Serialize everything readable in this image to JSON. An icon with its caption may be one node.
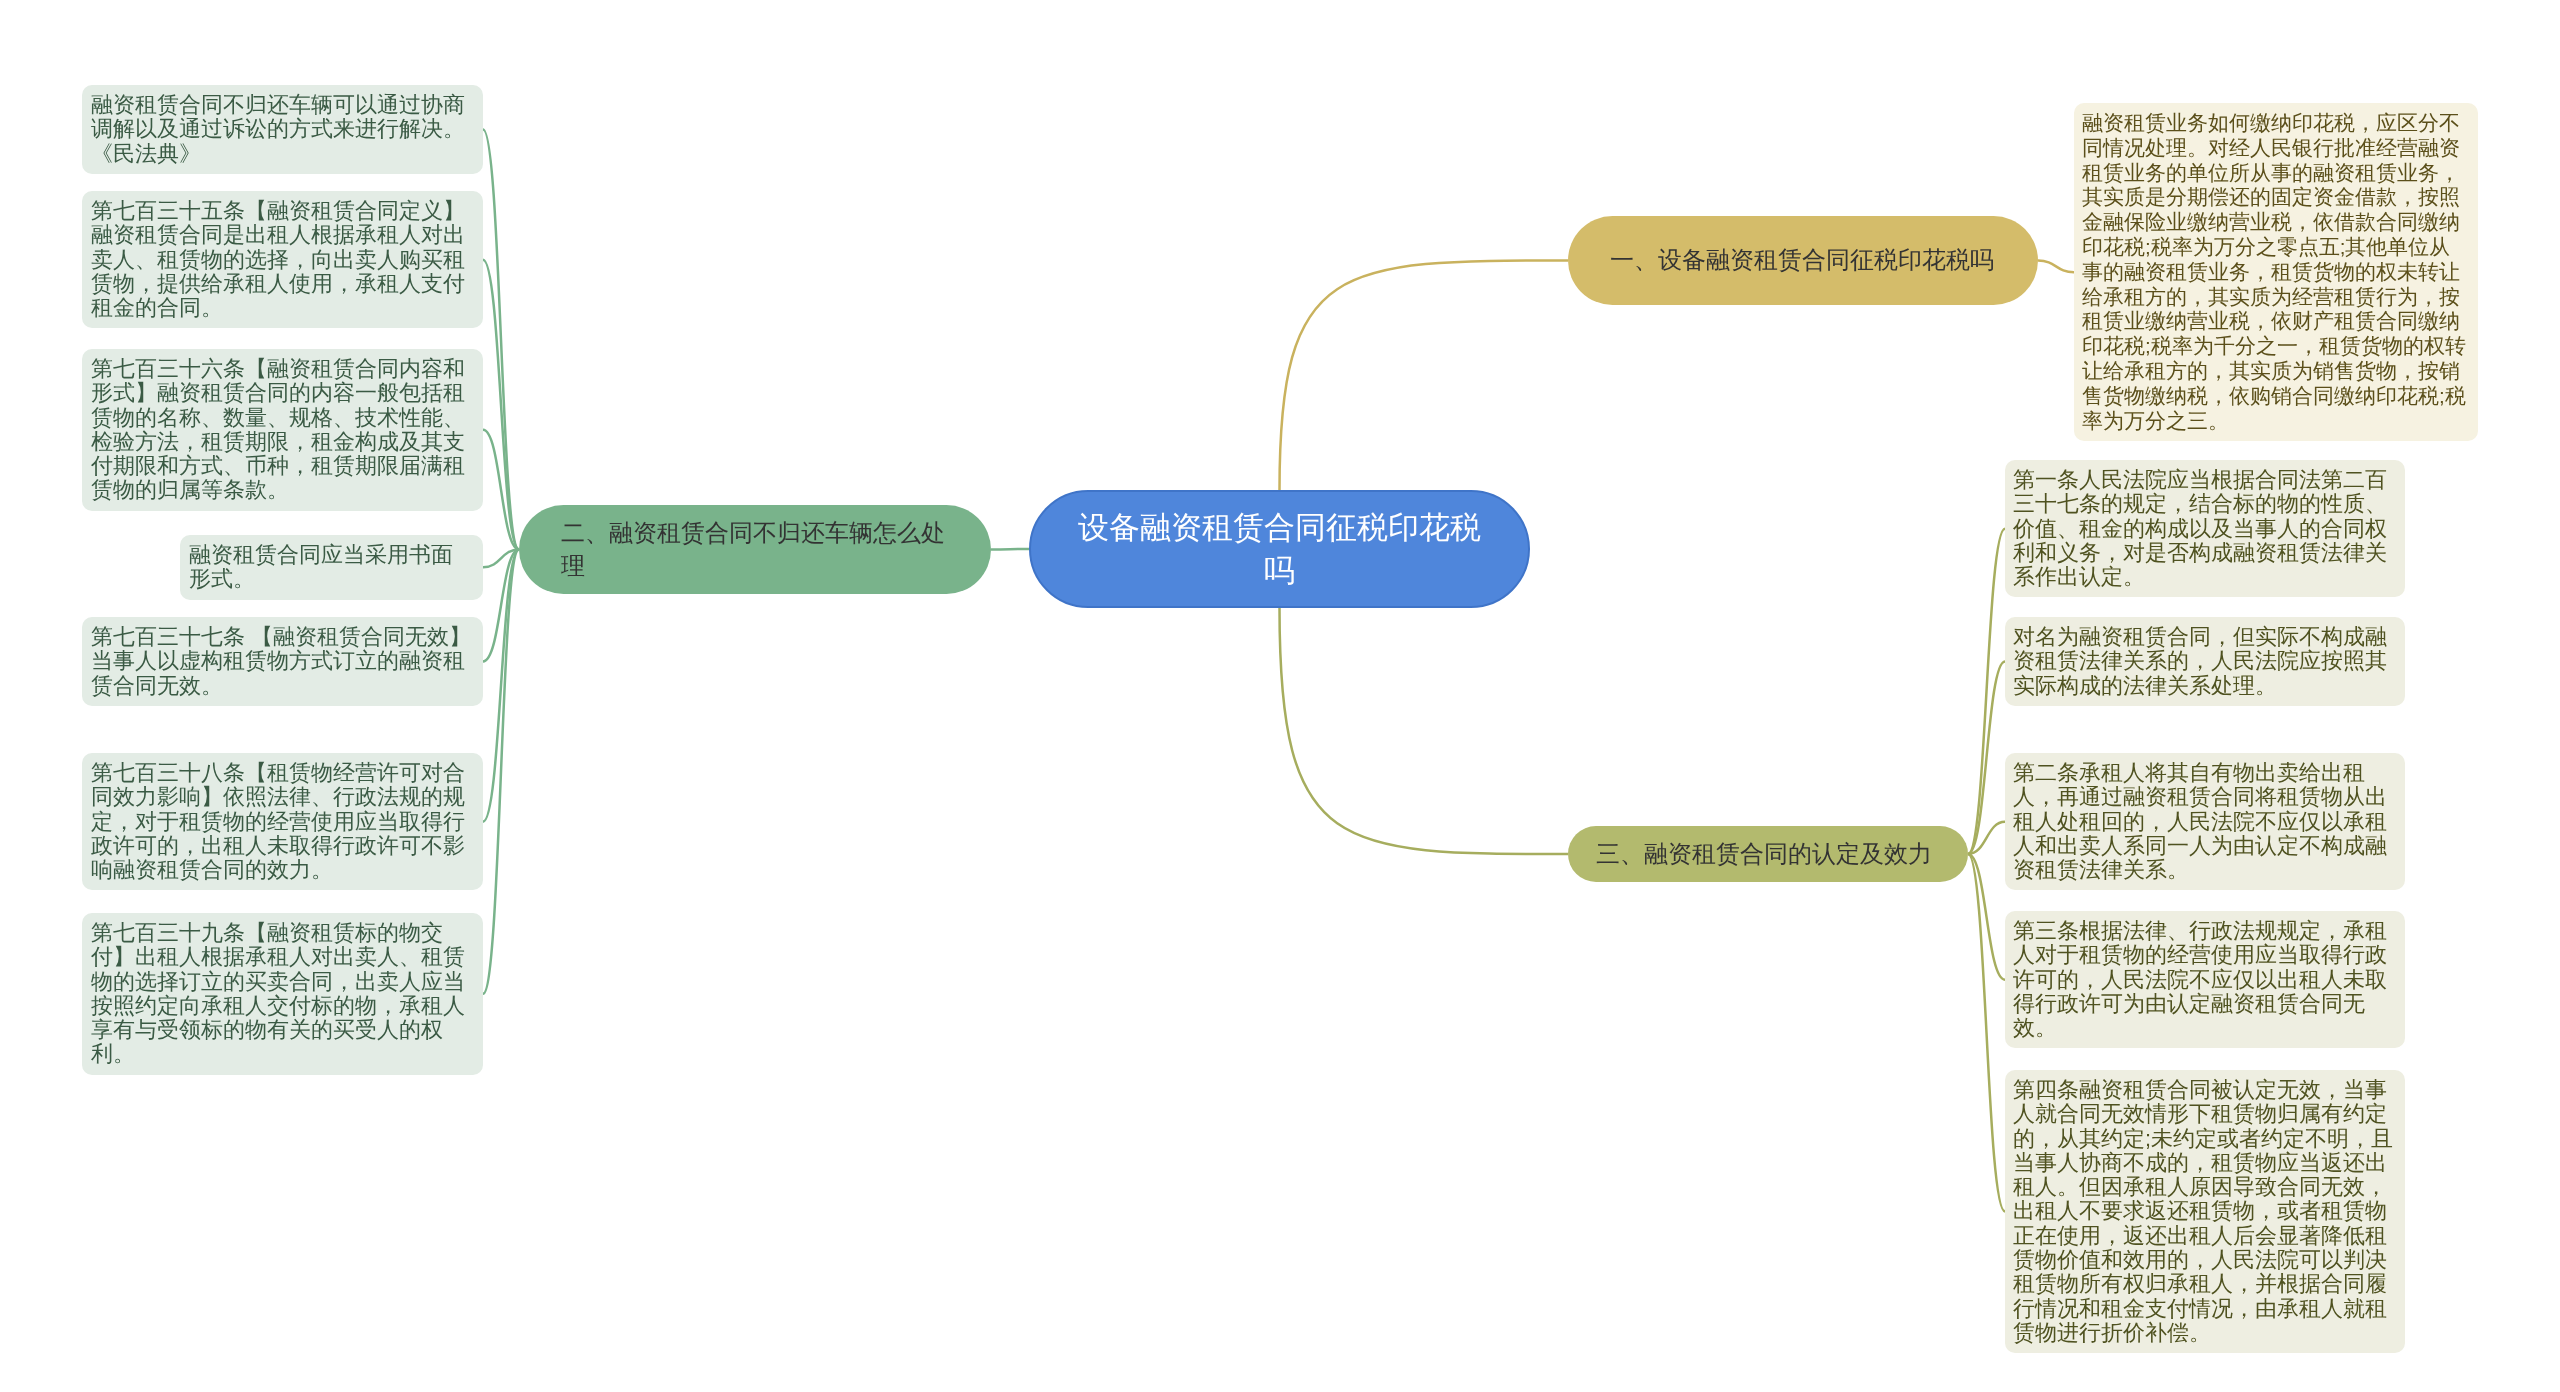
{
  "diagram": {
    "nodes": [
      {
        "text": [
          "设备融资租赁合同征税印花税吗"
        ]
      },
      {
        "text": [
          "一、设备融资租赁合同征税印花税吗"
        ]
      },
      {
        "text": [
          "融资租赁业务如何缴纳印花税，应区分不同情况处理。对经人民银行批准经营融资租赁业务的单位所从事的融资租赁业务，其实质是分期偿还的固定资金借款，按照金融保险业缴纳营业税，依借款合同缴纳印花税;税率为万分之零点五;其他单位从事的融资租赁业务，租赁货物的权未转让给承租方的，其实质为经营租赁行为，按租赁业缴纳营业税，依财产租赁合同缴纳印花税;税率为千分之一，租赁货物的权转让给承租方的，其实质为销售货物，按销售货物缴纳税，依购销合同缴纳印花税;税率为万分之三。"
        ]
      },
      {
        "text": [
          "二、融资租赁合同不归还车辆怎么处理"
        ]
      },
      {
        "text": [
          "融资租赁合同不归还车辆可以通过协商调解以及通过诉讼的方式来进行解决。《民法典》"
        ]
      },
      {
        "text": [
          "第七百三十五条【融资租赁合同定义】融资租赁合同是出租人根据承租人对出卖人、租赁物的选择，向出卖人购买租赁物，提供给承租人使用，承租人支付租金的合同。"
        ]
      },
      {
        "text": [
          "第七百三十六条【融资租赁合同内容和形式】融资租赁合同的内容一般包括租赁物的名称、数量、规格、技术性能、检验方法，租赁期限，租金构成及其支付期限和方式、币种，租赁期限届满租赁物的归属等条款。"
        ]
      },
      {
        "text": [
          "融资租赁合同应当采用书面形式。"
        ]
      },
      {
        "text": [
          "第七百三十七条 【融资租赁合同无效】当事人以虚构租赁物方式订立的融资租赁合同无效。"
        ]
      },
      {
        "text": [
          "第七百三十八条【租赁物经营许可对合同效力影响】依照法律、行政法规的规定，对于租赁物的经营使用应当取得行政许可的，出租人未取得行政许可不影响融资租赁合同的效力。"
        ]
      },
      {
        "text": [
          "第七百三十九条【融资租赁标的物交付】出租人根据承租人对出卖人、租赁物的选择订立的买卖合同，出卖人应当按照约定向承租人交付标的物，承租人享有与受领标的物有关的买受人的权利。"
        ]
      },
      {
        "text": [
          "三、融资租赁合同的认定及效力"
        ]
      },
      {
        "text": [
          "第一条人民法院应当根据合同法第二百三十七条的规定，结合标的物的性质、价值、租金的构成以及当事人的合同权利和义务，对是否构成融资租赁法律关系作出认定。"
        ]
      },
      {
        "text": [
          "对名为融资租赁合同，但实际不构成融资租赁法律关系的，人民法院应按照其实际构成的法律关系处理。"
        ]
      },
      {
        "text": [
          "第二条承租人将其自有物出卖给出租人，再通过融资租赁合同将租赁物从出租人处租回的，人民法院不应仅以承租人和出卖人系同一人为由认定不构成融资租赁法律关系。"
        ]
      },
      {
        "text": [
          "第三条根据法律、行政法规规定，承租人对于租赁物的经营使用应当取得行政许可的，人民法院不应仅以出租人未取得行政许可为由认定融资租赁合同无效。"
        ]
      },
      {
        "text": [
          "第四条融资租赁合同被认定无效，当事人就合同无效情形下租赁物归属有约定的，从其约定;未约定或者约定不明，且当事人协商不成的，租赁物应当返还出租人。但因承租人原因导致合同无效，出租人不要求返还租赁物，或者租赁物正在使用，返还出租人后会显著降低租赁物价值和效用的，人民法院可以判决租赁物所有权归承租人，并根据合同履行情况和租金支付情况，由承租人就租赁物进行折价补偿。"
        ]
      }
    ],
    "edges": [
      {
        "from": 0,
        "to": 1,
        "arrow": "none",
        "color": "#c9b25e"
      },
      {
        "from": 1,
        "to": 2,
        "arrow": "none",
        "color": "#c9b25e"
      },
      {
        "from": 0,
        "to": 3,
        "arrow": "none"
      },
      {
        "from": 3,
        "to": 4,
        "arrow": "none"
      },
      {
        "from": 3,
        "to": 5,
        "arrow": "none"
      },
      {
        "from": 3,
        "to": 6,
        "arrow": "none"
      },
      {
        "from": 3,
        "to": 7,
        "arrow": "none"
      },
      {
        "from": 3,
        "to": 8,
        "arrow": "none"
      },
      {
        "from": 3,
        "to": 9,
        "arrow": "none"
      },
      {
        "from": 3,
        "to": 10,
        "arrow": "none"
      },
      {
        "from": 0,
        "to": 11,
        "arrow": "none",
        "color": "#a6ad5e"
      },
      {
        "from": 11,
        "to": 12,
        "arrow": "none",
        "color": "#a6ad5e"
      },
      {
        "from": 11,
        "to": 13,
        "arrow": "none",
        "color": "#a6ad5e"
      },
      {
        "from": 11,
        "to": 14,
        "arrow": "none",
        "color": "#a6ad5e"
      },
      {
        "from": 11,
        "to": 15,
        "arrow": "none",
        "color": "#a6ad5e"
      },
      {
        "from": 11,
        "to": 16,
        "arrow": "none",
        "color": "#a6ad5e"
      }
    ]
  }
}
